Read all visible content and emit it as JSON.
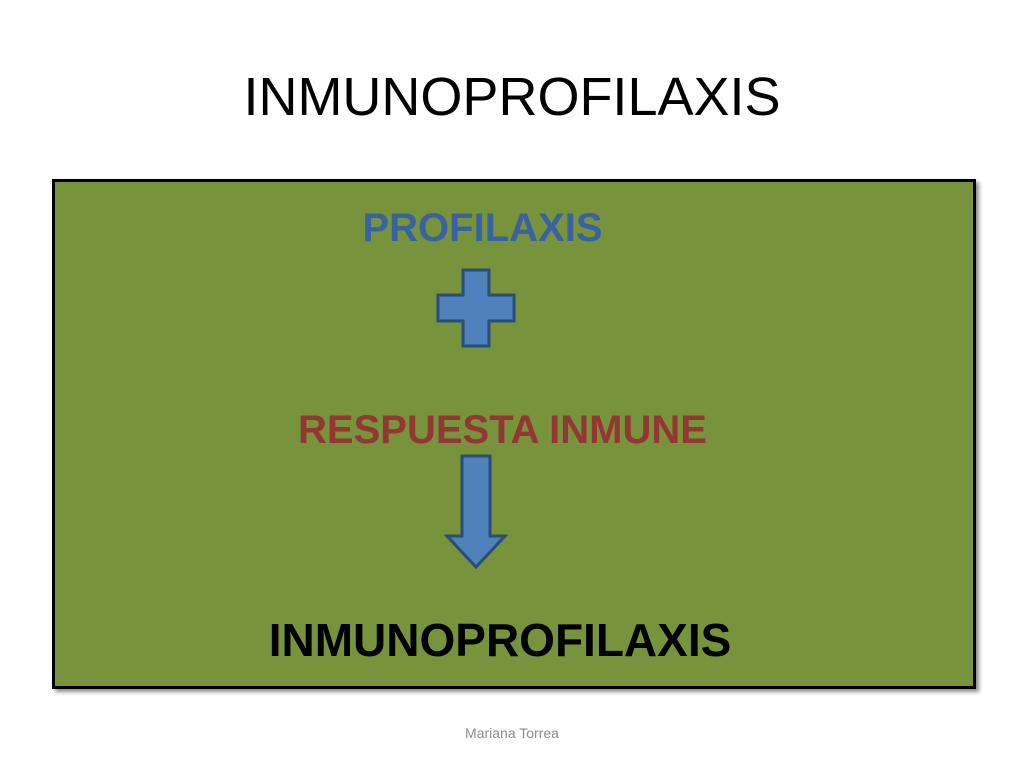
{
  "slide": {
    "title": "INMUNOPROFILAXIS",
    "footer": "Mariana Torrea"
  },
  "diagram": {
    "box_color": "#77933c",
    "term_one": {
      "text": "PROFILAXIS",
      "color": "#3b62a0"
    },
    "operator": {
      "icon": "plus-icon",
      "color": "#4f81bd"
    },
    "term_two": {
      "text": "RESPUESTA INMUNE",
      "color": "#943634"
    },
    "connector": {
      "icon": "arrow-down-icon",
      "color": "#4f81bd"
    },
    "result": {
      "text": "INMUNOPROFILAXIS",
      "color": "#000000"
    }
  }
}
